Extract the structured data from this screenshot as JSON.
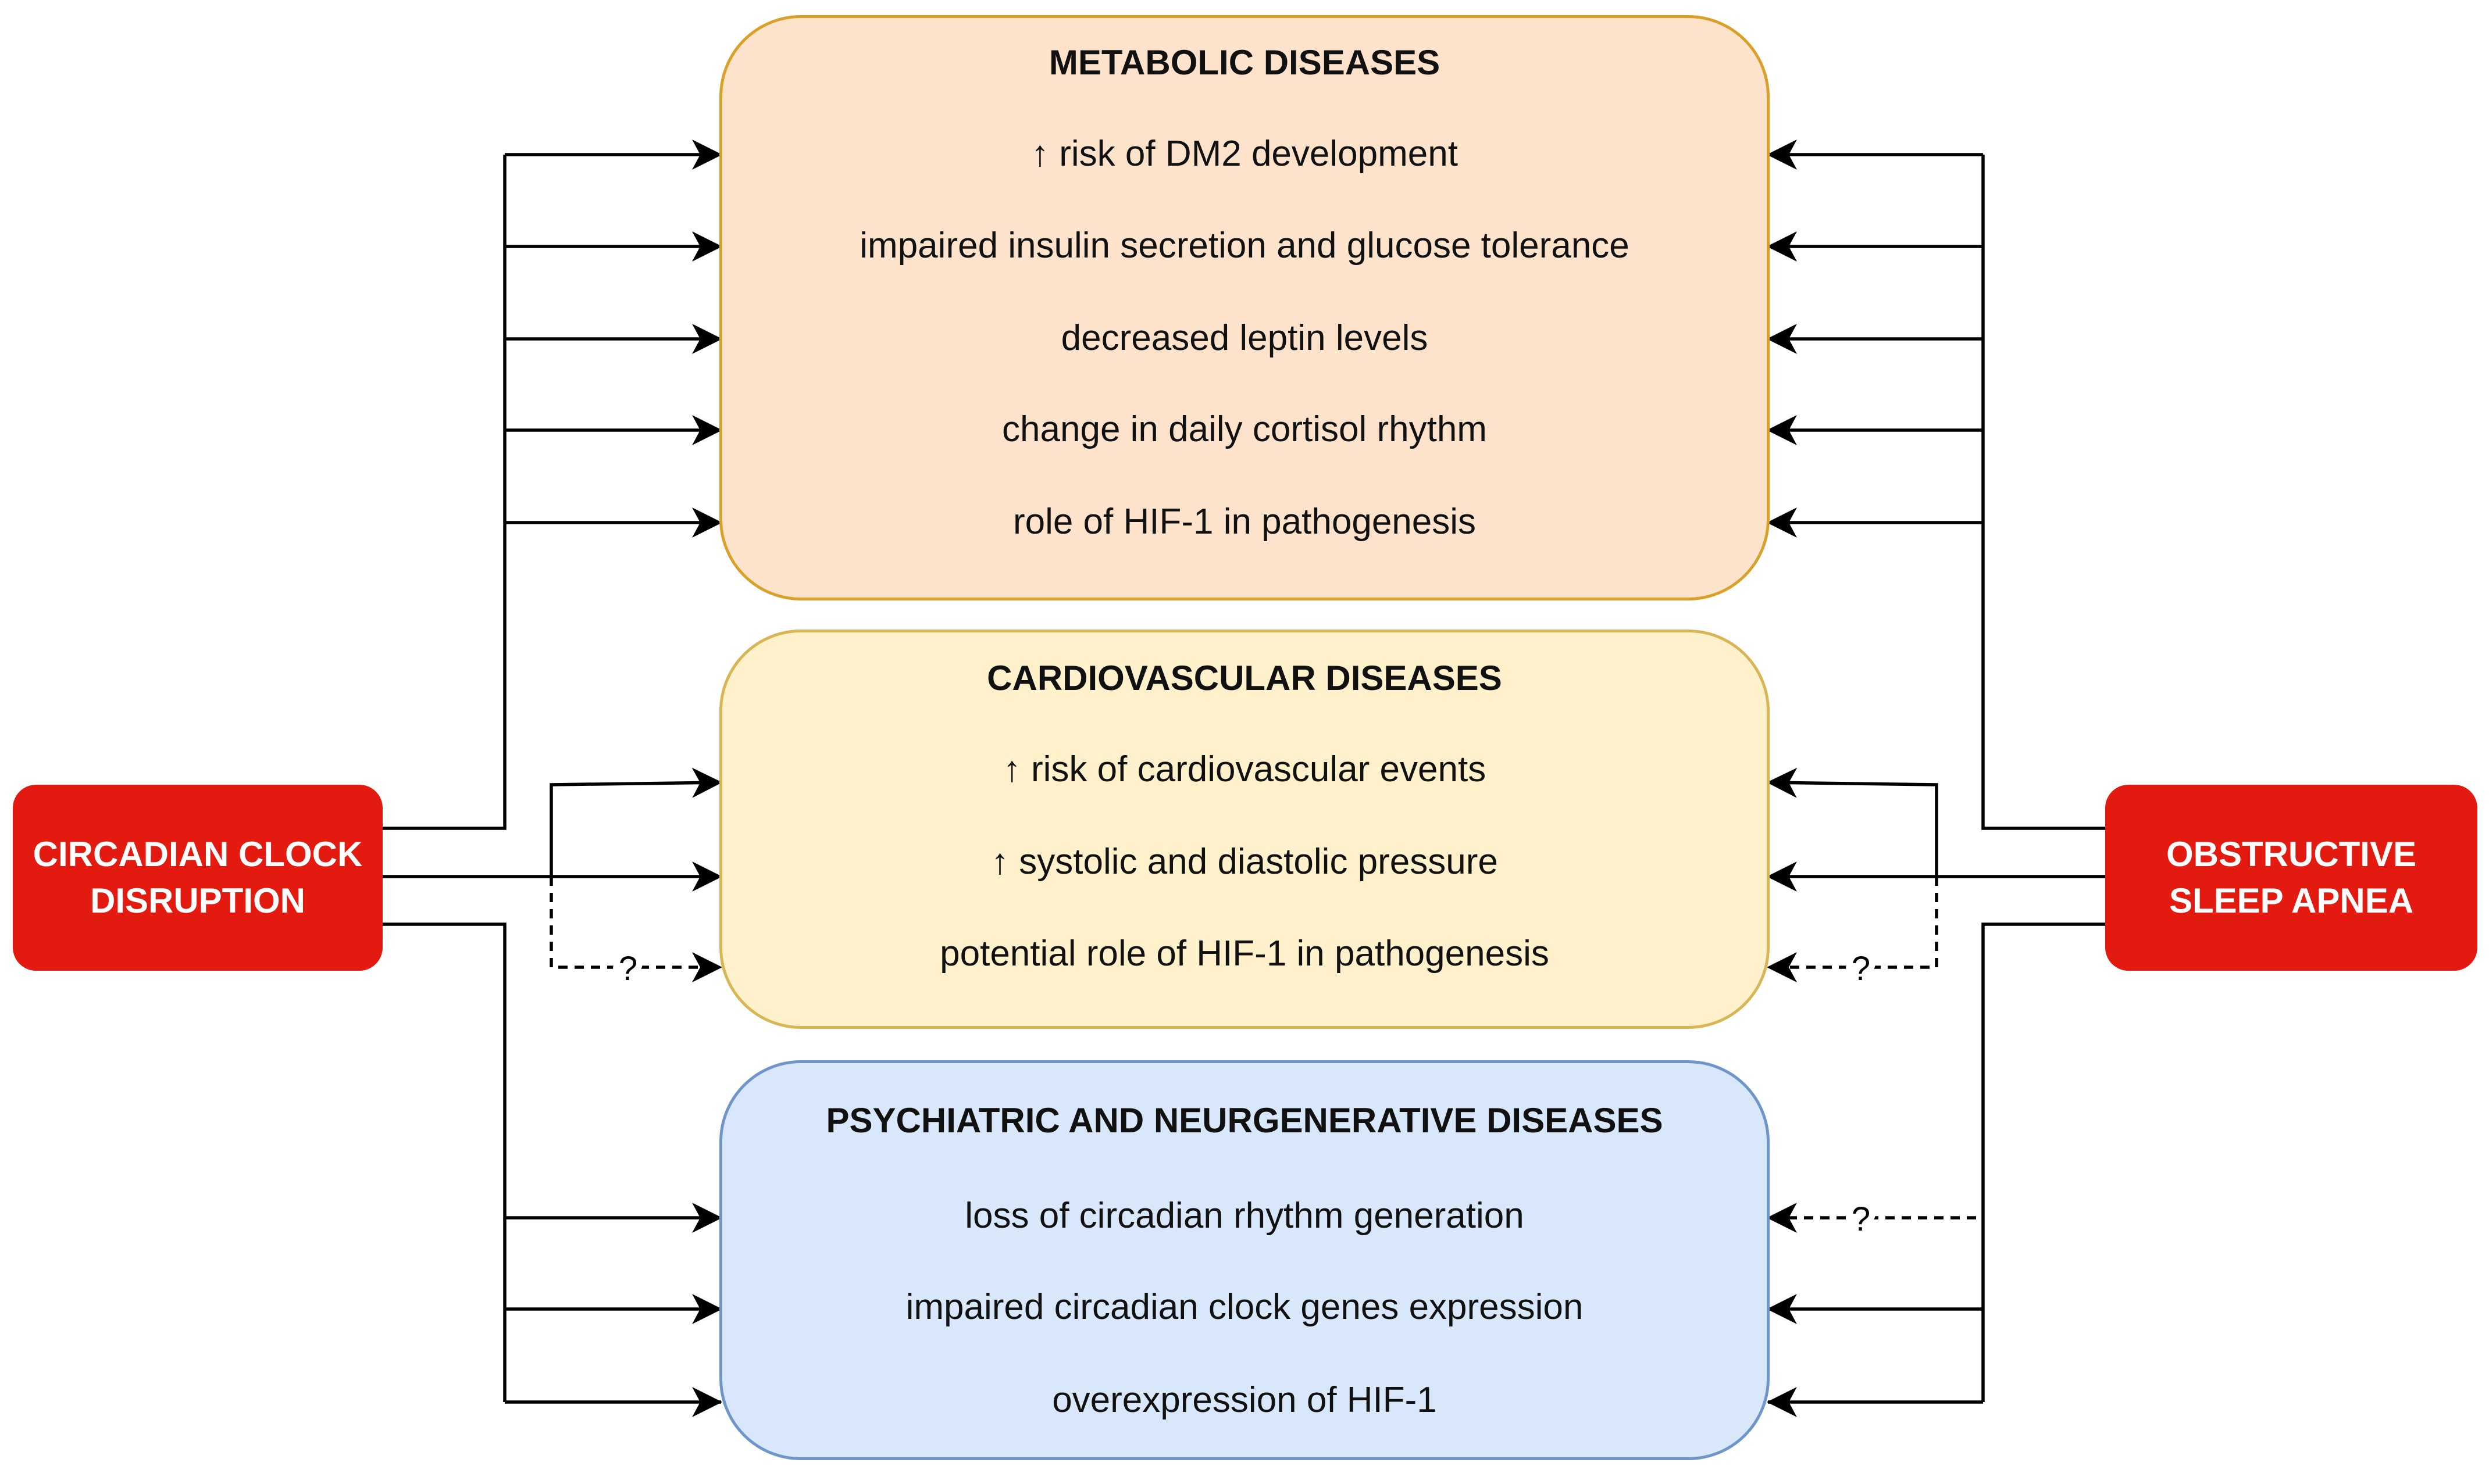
{
  "colors": {
    "actor_fill": "#e31a0f",
    "metabolic_fill": "#fde3cc",
    "metabolic_border": "#d9a02a",
    "cardio_fill": "#fff1cc",
    "cardio_border": "#d8b655",
    "psych_fill": "#d9e7fa",
    "psych_border": "#6f95c9",
    "arrow": "#000000"
  },
  "left_actor": {
    "lines": [
      "CIRCADIAN CLOCK",
      "DISRUPTION"
    ]
  },
  "right_actor": {
    "lines": [
      "OBSTRUCTIVE",
      "SLEEP APNEA"
    ]
  },
  "panels": {
    "metabolic": {
      "title": "METABOLIC DISEASES",
      "items": [
        "↑ risk of DM2 development",
        "impaired insulin secretion and glucose tolerance",
        "decreased leptin levels",
        "change in daily cortisol rhythm",
        "role of HIF-1 in pathogenesis"
      ]
    },
    "cardiovascular": {
      "title": "CARDIOVASCULAR DISEASES",
      "items": [
        "↑ risk of cardiovascular events",
        "↑ systolic and diastolic pressure",
        "potential role of HIF-1 in pathogenesis"
      ]
    },
    "psychiatric": {
      "title": "PSYCHIATRIC AND NEURGENERATIVE DISEASES",
      "items": [
        "loss of circadian rhythm generation",
        "impaired circadian clock genes expression",
        "overexpression of HIF-1"
      ]
    }
  },
  "uncertain_link_label": "?"
}
